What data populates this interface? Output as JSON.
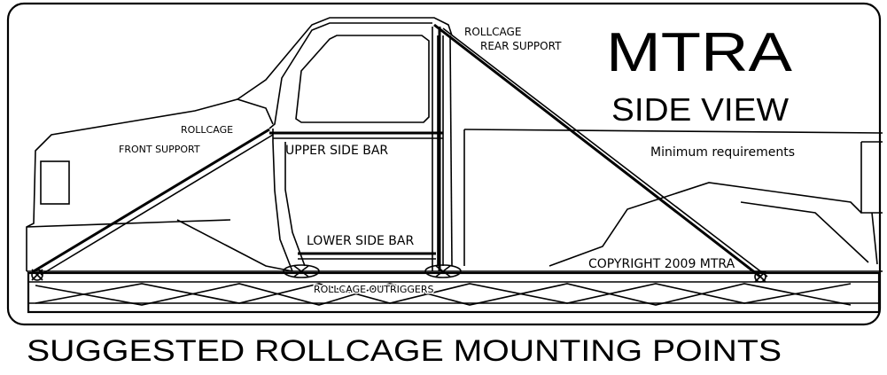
{
  "labels": {
    "brand": "MTRA",
    "view": "SIDE VIEW",
    "rear_support_line1": "ROLLCAGE",
    "rear_support_line2": "REAR SUPPORT",
    "front_support_line1": "ROLLCAGE",
    "front_support_line2": "FRONT SUPPORT",
    "upper_side_bar": "UPPER SIDE BAR",
    "lower_side_bar": "LOWER SIDE BAR",
    "min_requirements": "Minimum requirements",
    "copyright": "COPYRIGHT 2009 MTRA",
    "outriggers": "ROLLCAGE OUTRIGGERS",
    "caption": "SUGGESTED ROLLCAGE MOUNTING POINTS"
  }
}
